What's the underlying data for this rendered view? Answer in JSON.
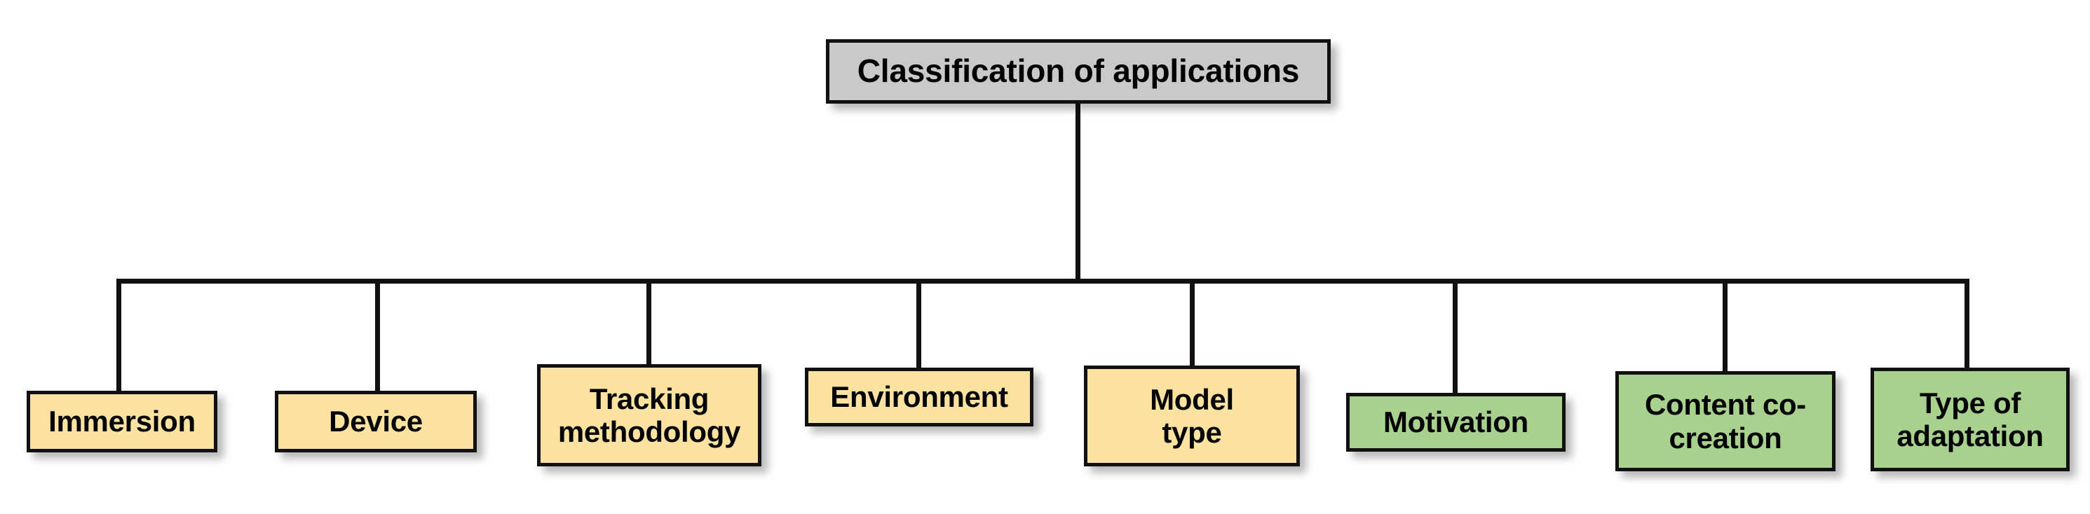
{
  "diagram": {
    "title": "Classification of applications",
    "type": "tree-hierarchy",
    "colors": {
      "root_fill": "#c9c9c9",
      "yellow_fill": "#fbe2a0",
      "green_fill": "#a9d18e",
      "border": "#111111",
      "background": "#ffffff",
      "text": "#000000"
    },
    "root": {
      "label": "Classification of applications",
      "fill": "#c9c9c9"
    },
    "children": [
      {
        "label": "Immersion",
        "fill": "#fbe2a0",
        "group": "yellow",
        "lines": 1
      },
      {
        "label": "Device",
        "fill": "#fbe2a0",
        "group": "yellow",
        "lines": 1
      },
      {
        "label": "Tracking\nmethodology",
        "fill": "#fbe2a0",
        "group": "yellow",
        "lines": 2
      },
      {
        "label": "Environment",
        "fill": "#fbe2a0",
        "group": "yellow",
        "lines": 1
      },
      {
        "label": "Model\ntype",
        "fill": "#fbe2a0",
        "group": "yellow",
        "lines": 2
      },
      {
        "label": "Motivation",
        "fill": "#a9d18e",
        "group": "green",
        "lines": 1
      },
      {
        "label": "Content co-\ncreation",
        "fill": "#a9d18e",
        "group": "green",
        "lines": 2
      },
      {
        "label": "Type of\nadaptation",
        "fill": "#a9d18e",
        "group": "green",
        "lines": 2
      }
    ]
  }
}
